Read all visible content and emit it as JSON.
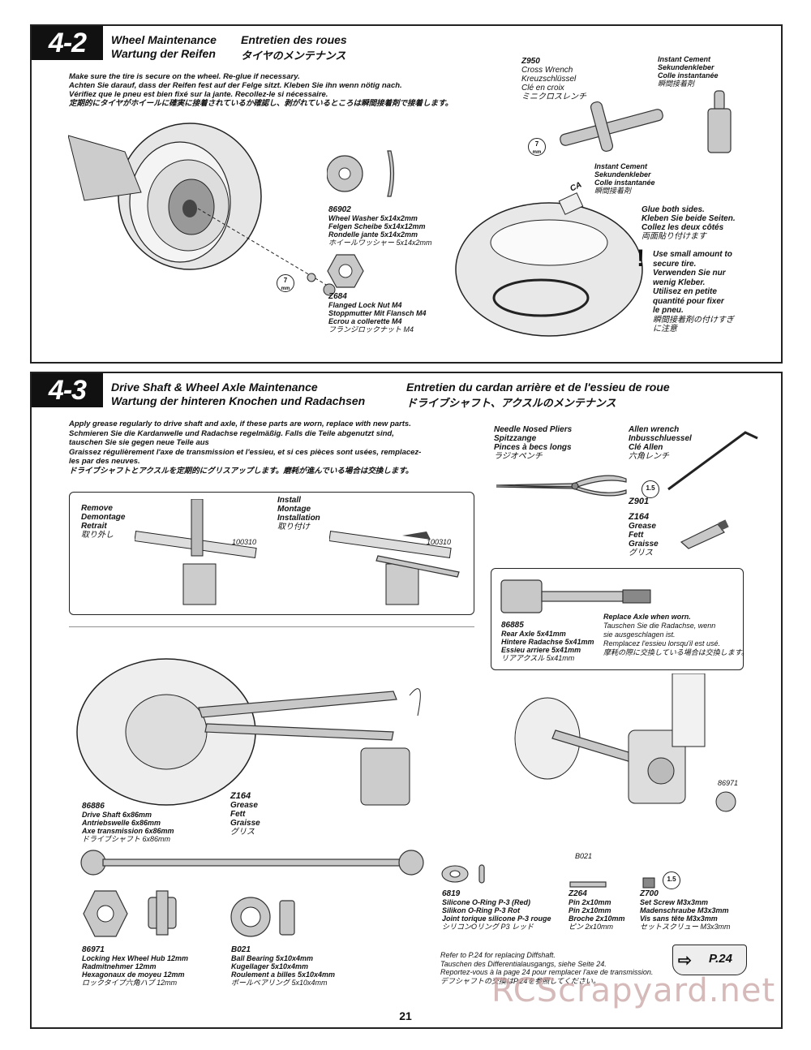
{
  "section42": {
    "badge": "4-2",
    "title_en": "Wheel Maintenance",
    "title_fr": "Entretien des roues",
    "title_de": "Wartung der Reifen",
    "title_jp": "タイヤのメンテナンス",
    "instructions": [
      "Make sure the tire is secure on the wheel. Re-glue if necessary.",
      "Achten Sie darauf, dass der Reifen fest auf der Felge sitzt. Kleben Sie ihn wenn nötig nach.",
      "Vérifiez que le pneu est bien fixé sur la jante. Recollez-le si nécessaire.",
      "定期的にタイヤがホイールに確実に接着されているか確認し、剥がれているところは瞬間接着剤で接着します。"
    ],
    "tool_wrench": [
      "Z950",
      "Cross Wrench",
      "Kreuzschlüssel",
      "Clé en croix",
      "ミニクロスレンチ"
    ],
    "tool_cement1": [
      "Instant Cement",
      "Sekundenkleber",
      "Colle instantanée",
      "瞬間接着剤"
    ],
    "tool_cement2": [
      "Instant Cement",
      "Sekundenkleber",
      "Colle instantanée",
      "瞬間接着剤"
    ],
    "washer": [
      "86902",
      "Wheel Washer 5x14x2mm",
      "Felgen Scheibe 5x14x12mm",
      "Rondelle jante 5x14x2mm",
      "ホイールワッシャー 5x14x2mm"
    ],
    "nut": [
      "Z684",
      "Flanged Lock Nut M4",
      "Stoppmutter Mit Flansch M4",
      "Ecrou a collerette M4",
      "フランジロックナット M4"
    ],
    "glue_note": [
      "Glue both sides.",
      "Kleben Sie beide Seiten.",
      "Collez les deux côtés",
      "両面貼り付けます"
    ],
    "warning": [
      "Use small amount to",
      "secure tire.",
      "Verwenden Sie nur",
      "wenig Kleber.",
      "Utilisez en petite",
      "quantité pour fixer",
      "le pneu.",
      "瞬間接着剤の付けすぎ",
      "に注意"
    ],
    "size7a": "7",
    "size7b": "7",
    "mm": "mm",
    "ca": "CA"
  },
  "section43": {
    "badge": "4-3",
    "title_en1": "Drive Shaft & Wheel Axle  Maintenance",
    "title_de1": "Wartung der hinteren Knochen und Radachsen",
    "title_fr1": "Entretien du cardan arrière et de l'essieu de roue",
    "title_jp1": "ドライブシャフト、アクスルのメンテナンス",
    "instructions": [
      "Apply grease regularly to drive shaft and axle, if these parts are worn, replace with new parts.",
      "Schmieren Sie die Kardanwelle und Radachse regelmäßig. Falls die Teile abgenutzt sind,",
      "tauschen Sie sie gegen neue Teile aus",
      "Graissez régulièrement l'axe de transmission et l'essieu, et si ces pièces sont usées, remplacez-",
      "les par des neuves.",
      "ドライブシャフトとアクスルを定期的にグリスアップします。磨耗が進んでいる場合は交換します。"
    ],
    "pliers": [
      "Needle Nosed Pliers",
      "Spitzzange",
      "Pinces à becs longs",
      "ラジオペンチ"
    ],
    "allen": [
      "Allen wrench",
      "Inbusschluessel",
      "Clé Allen",
      "六角レンチ"
    ],
    "allen_size": "1.5",
    "allen_code": "Z901",
    "grease_top": [
      "Z164",
      "Grease",
      "Fett",
      "Graisse",
      "グリス"
    ],
    "remove": [
      "Remove",
      "Demontage",
      "Retrait",
      "取り外し"
    ],
    "install": [
      "Install",
      "Montage",
      "Installation",
      "取り付け"
    ],
    "part_100310a": "100310",
    "part_100310b": "100310",
    "axle": [
      "86885",
      "Rear Axle 5x41mm",
      "Hintere Radachse 5x41mm",
      "Essieu arriere 5x41mm",
      "リアアクスル 5x41mm"
    ],
    "axle_note": [
      "Replace Axle when worn.",
      "Tauschen Sie die Radachse, wenn",
      "sie ausgeschlagen ist.",
      "Remplacez l'essieu lorsqu'il est usé.",
      "摩耗の際に交換している場合は交換します。"
    ],
    "driveshaft": [
      "86886",
      "Drive Shaft 6x86mm",
      "Antriebswelle 6x86mm",
      "Axe transmission 6x86mm",
      "ドライブシャフト 6x86mm"
    ],
    "grease_mid": [
      "Z164",
      "Grease",
      "Fett",
      "Graisse",
      "グリス"
    ],
    "oring": [
      "6819",
      "Silicone O-Ring P-3 (Red)",
      "Silikon O-Ring P-3 Rot",
      "Joint torique silicone P-3 rouge",
      "シリコンOリング P3 レッド"
    ],
    "pin": [
      "Z264",
      "Pin 2x10mm",
      "Pin 2x10mm",
      "Broche 2x10mm",
      "ピン 2x10mm"
    ],
    "setscrew": [
      "Z700",
      "Set Screw M3x3mm",
      "Madenschraube M3x3mm",
      "Vis sans tête M3x3mm",
      "セットスクリュー M3x3mm"
    ],
    "hub": [
      "86971",
      "Locking Hex Wheel Hub 12mm",
      "Radmitnehmer 12mm",
      "Hexagonaux de moyeu 12mm",
      "ロックタイプ六角ハブ 12mm"
    ],
    "bearing": [
      "B021",
      "Ball Bearing 5x10x4mm",
      "Kugellager 5x10x4mm",
      "Roulement a billes 5x10x4mm",
      "ボールベアリング 5x10x4mm"
    ],
    "callout_86971": "86971",
    "callout_b021": "B021",
    "setscrew_size": "1.5",
    "refer": [
      "Refer to P.24 for replacing Diffshaft.",
      "Tauschen des Differentialausgangs, siehe Seite 24.",
      "Reportez-vous à la page 24 pour remplacer l'axe de transmission.",
      "デフシャフトの交換はP.24を参照してください。"
    ],
    "page_ref": "P.24"
  },
  "page_number": "21",
  "watermark": "RCScrapyard.net"
}
